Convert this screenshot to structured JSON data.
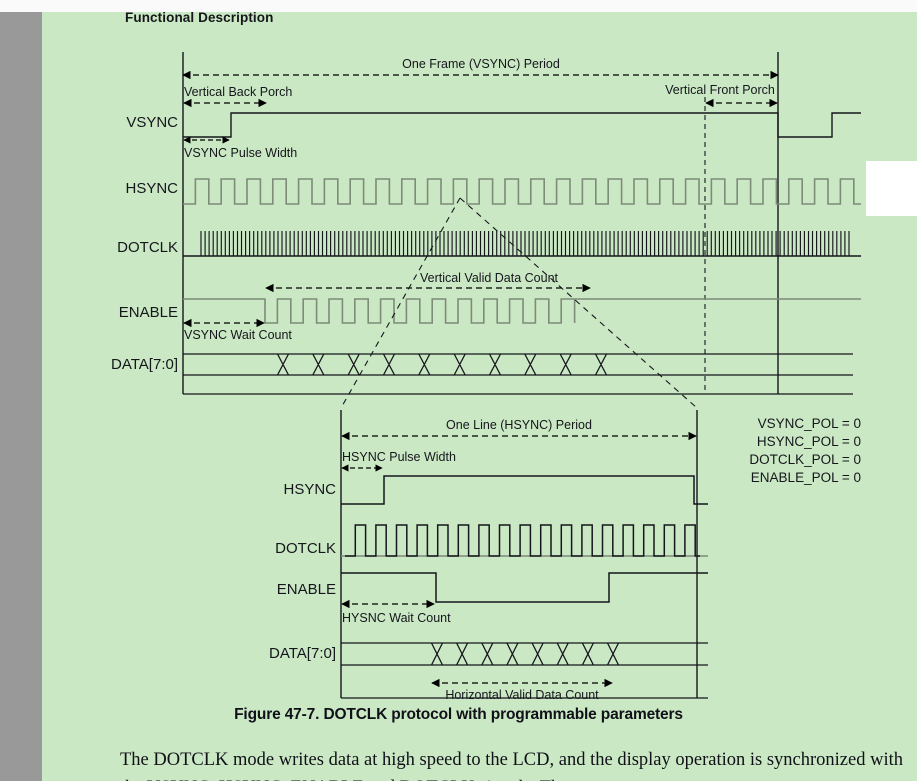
{
  "document": {
    "running_head": "Functional Description",
    "figure_caption": "Figure 47-7. DOTCLK protocol with programmable parameters",
    "body_line_1": "The DOTCLK mode writes data at high speed to the LCD, and the display operation is",
    "body_line_2": "synchronized with the VSYNC, HSYNC, ENABLE and DOTCLK signals. The",
    "page_background": "#cbe8c4",
    "gutter_color": "#999999",
    "ink_color": "#15161c"
  },
  "frame_diagram": {
    "signals": [
      {
        "label": "VSYNC"
      },
      {
        "label": "HSYNC"
      },
      {
        "label": "DOTCLK"
      },
      {
        "label": "ENABLE"
      },
      {
        "label": "DATA[7:0]"
      }
    ],
    "annotations": [
      {
        "name": "one-frame-period",
        "text": "One Frame (VSYNC) Period"
      },
      {
        "name": "vertical-back-porch",
        "text": "Vertical Back Porch"
      },
      {
        "name": "vertical-front-porch",
        "text": "Vertical Front Porch"
      },
      {
        "name": "vsync-pulse-width",
        "text": "VSYNC Pulse Width"
      },
      {
        "name": "vsync-wait-count",
        "text": "VSYNC Wait Count"
      },
      {
        "name": "vertical-valid-data-count",
        "text": "Vertical Valid Data Count"
      }
    ]
  },
  "line_diagram": {
    "signals": [
      {
        "label": "HSYNC"
      },
      {
        "label": "DOTCLK"
      },
      {
        "label": "ENABLE"
      },
      {
        "label": "DATA[7:0]"
      }
    ],
    "annotations": [
      {
        "name": "one-line-period",
        "text": "One Line (HSYNC) Period"
      },
      {
        "name": "hsync-pulse-width",
        "text": "HSYNC Pulse Width"
      },
      {
        "name": "hysnc-wait-count",
        "text": "HYSNC Wait Count"
      },
      {
        "name": "horizontal-valid-data-count",
        "text": "Horizontal Valid Data Count"
      }
    ]
  },
  "polarity_settings": [
    {
      "name": "vsync-pol",
      "text": "VSYNC_POL = 0"
    },
    {
      "name": "hsync-pol",
      "text": "HSYNC_POL = 0"
    },
    {
      "name": "dotclk-pol",
      "text": "DOTCLK_POL = 0"
    },
    {
      "name": "enable-pol",
      "text": "ENABLE_POL = 0"
    }
  ],
  "chart_data": {
    "type": "line",
    "title": "Figure 47-7. DOTCLK protocol with programmable parameters",
    "subplots": [
      {
        "name": "frame-timing",
        "axis_x": [
          183,
          778
        ],
        "signals": [
          "VSYNC",
          "HSYNC",
          "DOTCLK",
          "ENABLE",
          "DATA[7:0]"
        ],
        "markers": {
          "vsync_rise": 231,
          "vsync_active_end": 705,
          "frame_end": 778,
          "enable_start": 265,
          "enable_end": 590,
          "data_start": 283,
          "data_end": 600
        }
      },
      {
        "name": "line-timing",
        "axis_x": [
          341,
          697
        ],
        "signals": [
          "HSYNC",
          "DOTCLK",
          "ENABLE",
          "DATA[7:0]"
        ],
        "markers": {
          "hsync_rise": 384,
          "hsync_fall": 694,
          "enable_fall": 436,
          "enable_rise": 609,
          "data_start": 437,
          "data_end": 613
        }
      }
    ]
  }
}
